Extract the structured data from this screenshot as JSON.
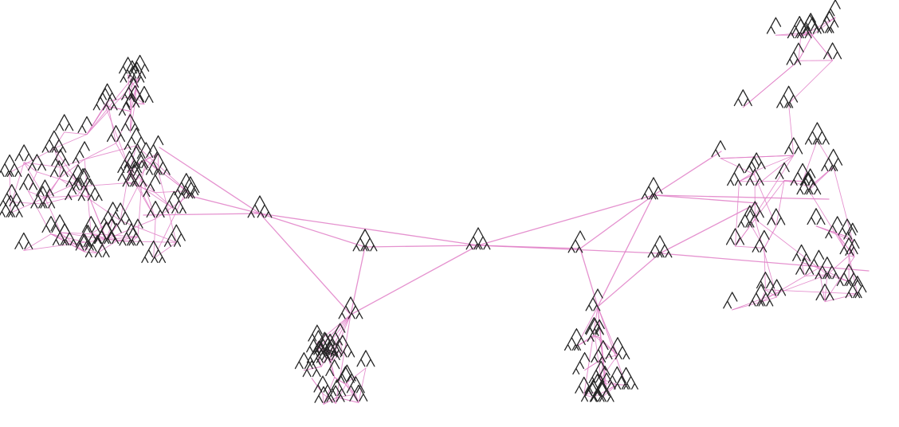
{
  "diagram": {
    "type": "tree-graph",
    "description_hidden": "",
    "colors": {
      "background": "#ffffff",
      "edge": "#e07fc7",
      "tree_glyph": "#262626"
    },
    "clusters": [
      {
        "id": "cluster-left",
        "node_count": 62
      },
      {
        "id": "cluster-bottom-left",
        "node_count": 22
      },
      {
        "id": "cluster-bottom-right",
        "node_count": 16
      },
      {
        "id": "cluster-right",
        "node_count": 46
      },
      {
        "id": "hub-center",
        "node_count": 1
      }
    ]
  }
}
